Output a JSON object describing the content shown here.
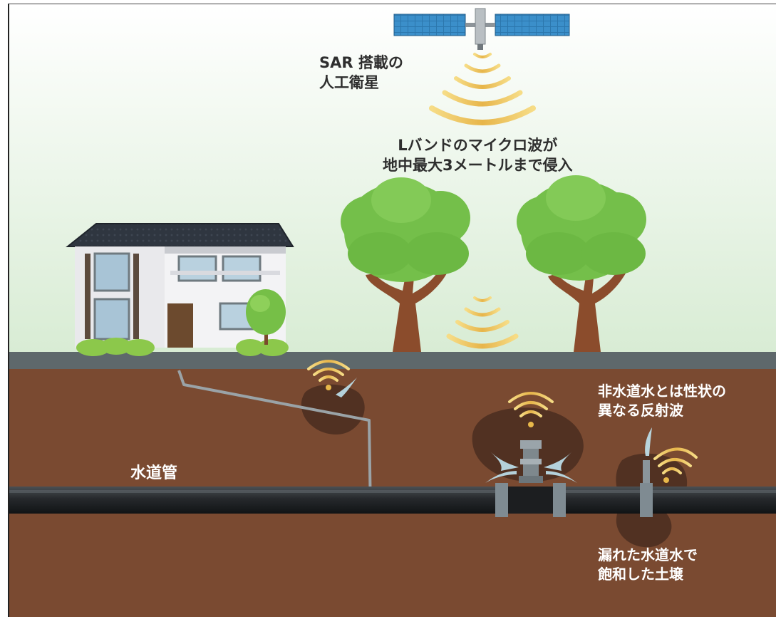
{
  "satellite_label": {
    "line1": "SAR 搭載の",
    "line2": "人工衛星"
  },
  "microwave_label": {
    "line1": "Lバンドのマイクロ波が",
    "line2": "地中最大3メートルまで侵入"
  },
  "pipe_label": "水道管",
  "reflection_label": {
    "line1": "非水道水とは性状の",
    "line2": "異なる反射波"
  },
  "saturated_soil_label": {
    "line1": "漏れた水道水で",
    "line2": "飽和した土壌"
  },
  "colors": {
    "sky_top": "#ffffff",
    "sky_bottom": "#d8ecd4",
    "soil": "#7a4a31",
    "road": "#5e686b",
    "pipe": "#2b2e31",
    "wave": "#e8b84a",
    "foliage": "#74bf4a",
    "trunk": "#8b4c2c"
  }
}
